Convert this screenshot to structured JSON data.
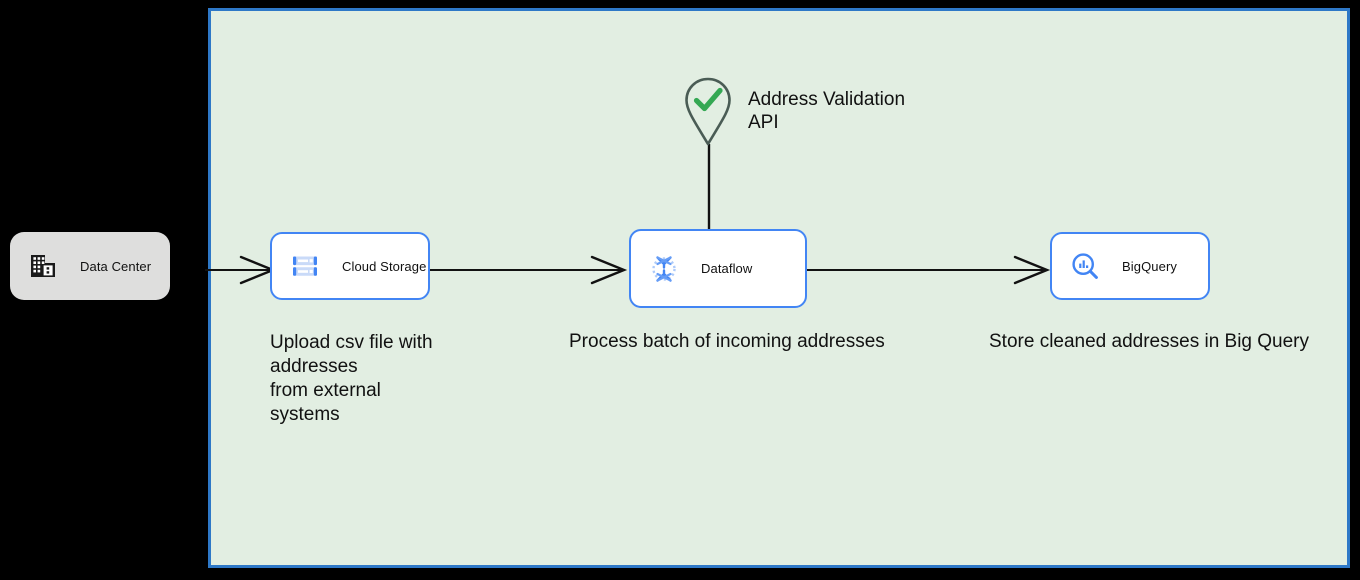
{
  "diagram": {
    "background_color": "#000000",
    "zone": {
      "name": "gcp-zone",
      "fill": "#e2eee2",
      "border_color": "#2e78c7"
    },
    "accent_color": "#4285f4",
    "check_color": "#34a853",
    "pin_color": "#4a5c55"
  },
  "nodes": [
    {
      "id": "datacenter",
      "label": "Data Center",
      "icon": "data-center-icon",
      "style": "on-prem"
    },
    {
      "id": "storage",
      "label": "Cloud Storage",
      "icon": "cloud-storage-icon",
      "style": "gcp"
    },
    {
      "id": "dataflow",
      "label": "Dataflow",
      "icon": "dataflow-icon",
      "style": "gcp"
    },
    {
      "id": "bigquery",
      "label": "BigQuery",
      "icon": "bigquery-icon",
      "style": "gcp"
    }
  ],
  "api": {
    "label": "Address Validation\nAPI",
    "line1": "Address Validation",
    "line2": "API",
    "icon": "location-pin-check-icon"
  },
  "captions": {
    "storage": {
      "line1": "Upload csv file with",
      "line2": "addresses",
      "line3": "from external",
      "line4": "systems"
    },
    "dataflow": "Process batch of incoming addresses",
    "bigquery": "Store cleaned addresses in Big Query"
  },
  "edges": [
    {
      "id": "datacenter-to-storage",
      "from": "datacenter",
      "to": "storage",
      "arrow": "open"
    },
    {
      "id": "storage-to-dataflow",
      "from": "storage",
      "to": "dataflow",
      "arrow": "open"
    },
    {
      "id": "dataflow-to-bigquery",
      "from": "dataflow",
      "to": "bigquery",
      "arrow": "open"
    },
    {
      "id": "api-to-dataflow",
      "from": "api",
      "to": "dataflow",
      "arrow": "none"
    }
  ]
}
